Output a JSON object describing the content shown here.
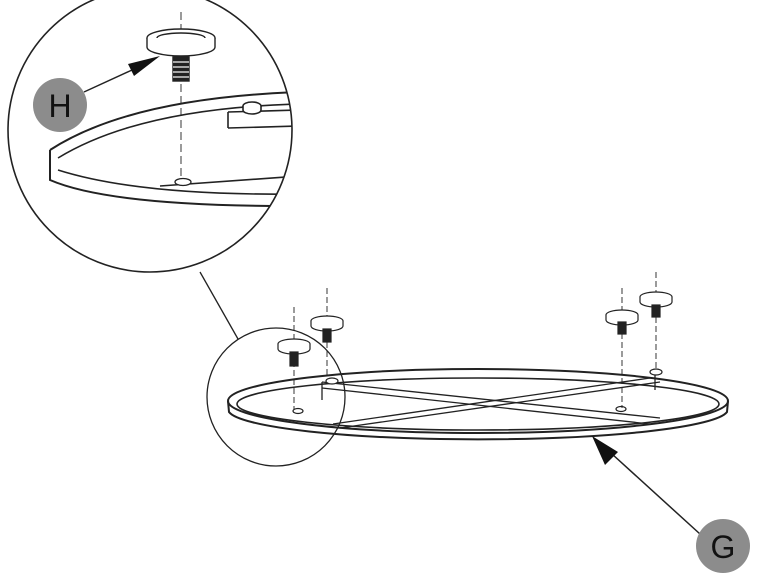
{
  "diagram": {
    "labels": {
      "detail_part": "H",
      "main_part": "G"
    },
    "colors": {
      "line": "#222222",
      "badge_fill": "#8c8c8c",
      "badge_text": "#111111",
      "background": "#ffffff"
    },
    "parts": {
      "main": "oval-frame",
      "feet": "leveling-foot",
      "feet_count": 4
    }
  }
}
